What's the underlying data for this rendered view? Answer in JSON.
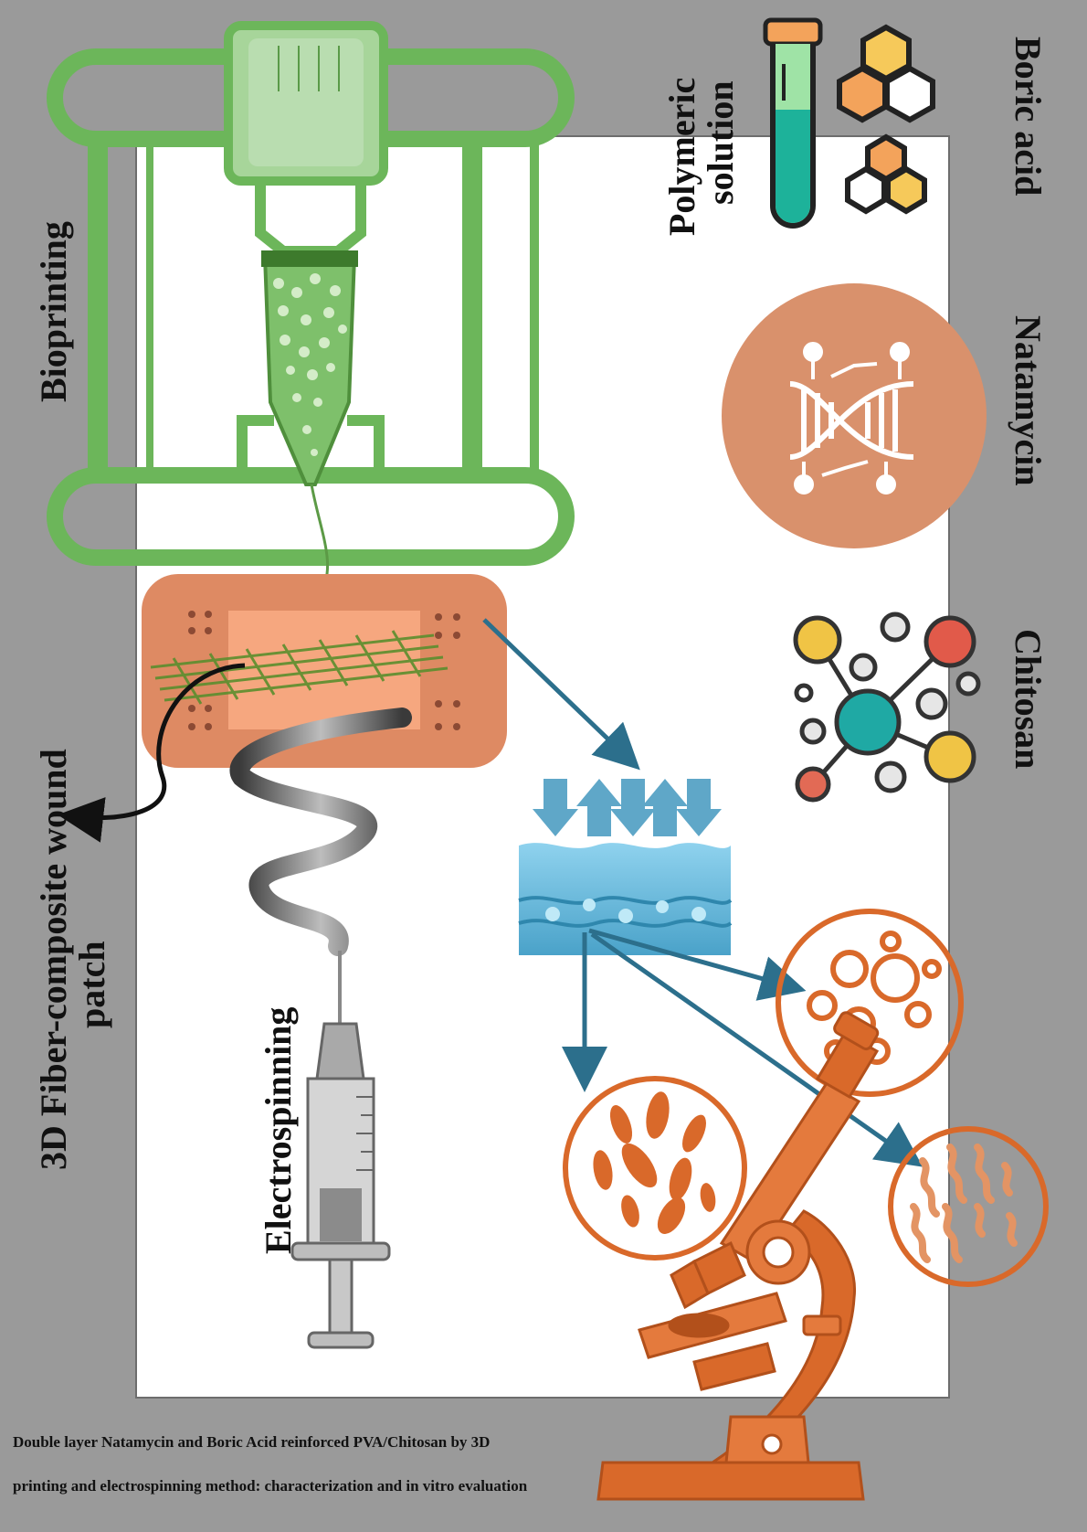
{
  "labels": {
    "bioprinting": "Bioprinting",
    "patch_line1": "3D Fiber-composite wound",
    "patch_line2": "patch",
    "electrospinning": "Electrospinning",
    "polymeric_line1": "Polymeric",
    "polymeric_line2": "solution",
    "boric_acid": "Boric acid",
    "natamycin": "Natamycin",
    "chitosan": "Chitosan"
  },
  "caption": {
    "line1": "Double layer Natamycin and Boric Acid reinforced PVA/Chitosan by 3D",
    "line2": "printing and electrospinning method: characterization and in vitro evaluation"
  },
  "colors": {
    "background": "#9a9a9a",
    "panel": "#ffffff",
    "printer_green": "#6cb65a",
    "patch_orange": "#de8a63",
    "microscope_orange": "#d9692a",
    "arrow_blue": "#2c6f8c",
    "water_blue": "#5fb6d8",
    "natamycin_circle": "#d9916c"
  },
  "icons": [
    "bioprinter-icon",
    "wound-patch-icon",
    "electrospinning-syringe-icon",
    "test-tube-icon",
    "hexagon-molecule-icon",
    "dna-icon",
    "molecule-network-icon",
    "water-absorption-icon",
    "microscope-icon",
    "petri-circle-icon"
  ]
}
